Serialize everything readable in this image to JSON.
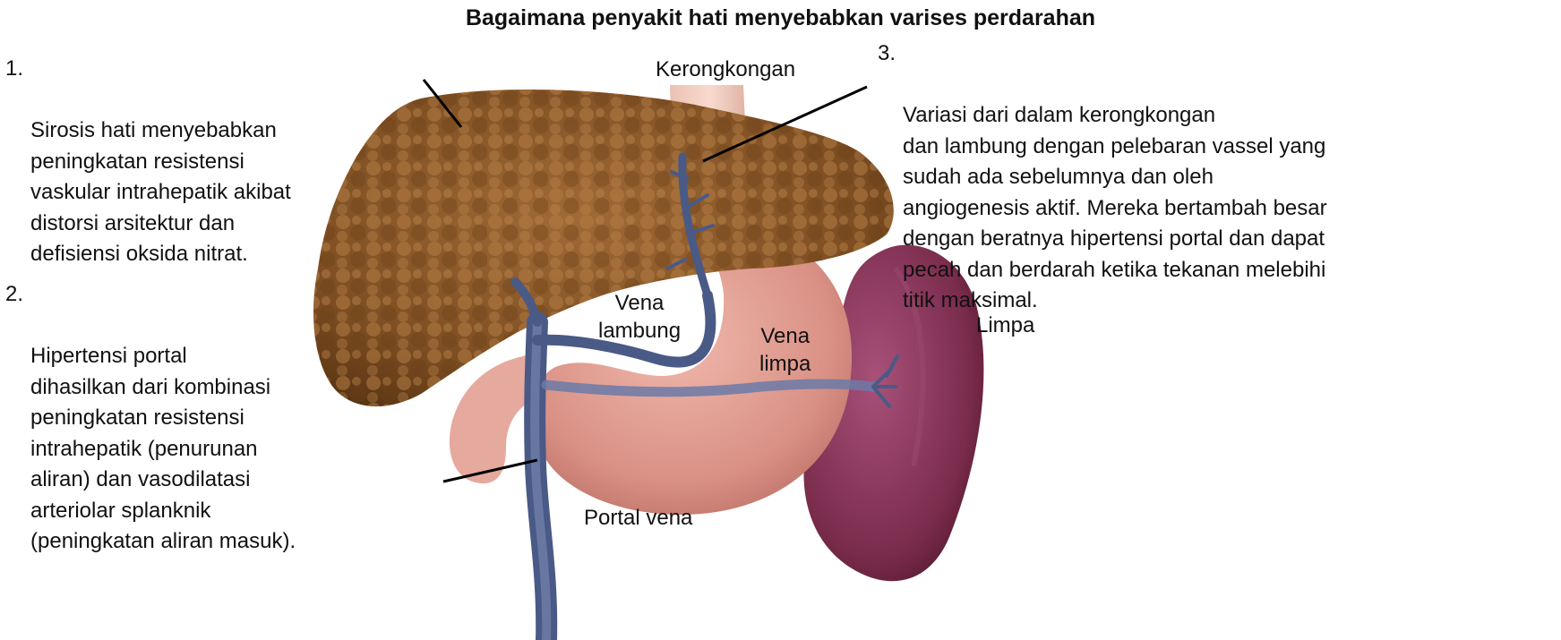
{
  "title": "Bagaimana penyakit hati menyebabkan varises perdarahan",
  "notes": [
    {
      "number": "1.",
      "text": "Sirosis hati menyebabkan\npeningkatan resistensi\nvaskular intrahepatik akibat\ndistorsi arsitektur dan\ndefisiensi oksida nitrat."
    },
    {
      "number": "2.",
      "text": "Hipertensi portal\ndihasilkan dari kombinasi\npeningkatan resistensi\nintrahepatik (penurunan\naliran) dan vasodilatasi\narteriolar splanknik\n(peningkatan aliran masuk)."
    },
    {
      "number": "3.",
      "text": "Variasi dari dalam kerongkongan\ndan lambung dengan pelebaran vassel yang\nsudah ada sebelumnya dan oleh\nangiogenesis aktif. Mereka bertambah besar\ndengan beratnya hipertensi portal dan dapat\npecah dan berdarah ketika tekanan melebihi\ntitik maksimal."
    }
  ],
  "labels": {
    "esophagus": "Kerongkongan",
    "gastric_vein": "Vena\nlambung",
    "splenic_vein": "Vena\nlimpa",
    "spleen": "Limpa",
    "portal_vein": "Portal vena"
  },
  "colors": {
    "liver": "#8b5a2b",
    "stomach": "#d9958c",
    "spleen": "#7a2c4c",
    "vein": "#4a5a86"
  }
}
